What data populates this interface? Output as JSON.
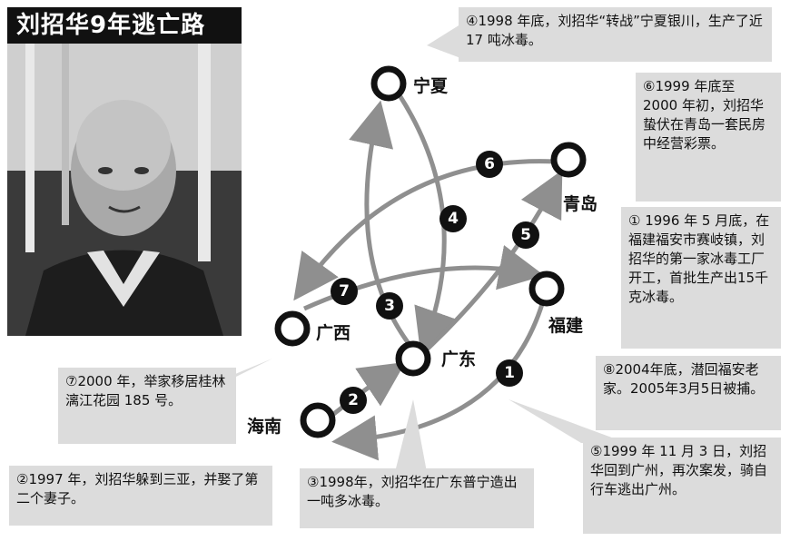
{
  "title": "刘招华9年逃亡路",
  "cities": {
    "ningxia": "宁夏",
    "qingdao": "青岛",
    "guangxi": "广西",
    "fujian": "福建",
    "guangdong": "广东",
    "hainan": "海南"
  },
  "route_numbers": [
    "1",
    "2",
    "3",
    "4",
    "5",
    "6",
    "7"
  ],
  "callouts": {
    "c4": "④1998 年底，刘招华“转战”宁夏银川，生产了近 17 吨冰毒。",
    "c6": "⑥1999 年底至 2000 年初，刘招华蛰伏在青岛一套民房中经营彩票。",
    "c1": "① 1996 年 5 月底，在福建福安市赛岐镇，刘招华的第一家冰毒工厂开工，首批生产出15千克冰毒。",
    "c8": "⑧2004年底，潜回福安老家。2005年3月5日被捕。",
    "c5": "⑤1999 年 11 月 3 日，刘招华回到广州，再次案发，骑自行车逃出广州。",
    "c7": "⑦2000 年，举家移居桂林漓江花园 185 号。",
    "c2": "②1997 年，刘招华躲到三亚，并娶了第二个妻子。",
    "c3": "③1998年，刘招华在广东普宁造出一吨多冰毒。"
  },
  "colors": {
    "arrow": "#8f8f8f",
    "callout_bg": "#dcdcdc",
    "title_bg": "#111111",
    "node": "#111111"
  }
}
